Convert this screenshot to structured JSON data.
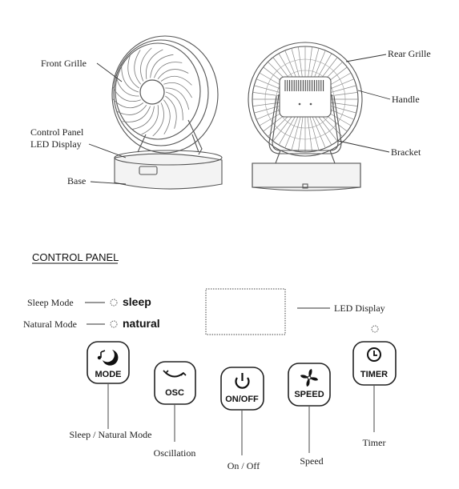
{
  "fan_labels": {
    "front_grille": "Front Grille",
    "control_panel": "Control Panel",
    "led_display_line": "LED Display",
    "base": "Base",
    "rear_grille": "Rear Grille",
    "handle": "Handle",
    "bracket": "Bracket"
  },
  "section_title": "CONTROL PANEL",
  "indicators": {
    "sleep_label": "Sleep Mode",
    "sleep_text": "sleep",
    "natural_label": "Natural Mode",
    "natural_text": "natural"
  },
  "led_display_label": "LED Display",
  "buttons": {
    "mode": "MODE",
    "osc": "OSC",
    "onoff": "ON/OFF",
    "speed": "SPEED",
    "timer": "TIMER"
  },
  "button_captions": {
    "mode": "Sleep / Natural Mode",
    "osc": "Oscillation",
    "onoff": "On / Off",
    "speed": "Speed",
    "timer": "Timer"
  },
  "icons": {
    "mode": "moon-note-icon",
    "osc": "oscillation-arrows-icon",
    "onoff": "power-icon",
    "speed": "fan-icon",
    "timer": "clock-icon"
  }
}
